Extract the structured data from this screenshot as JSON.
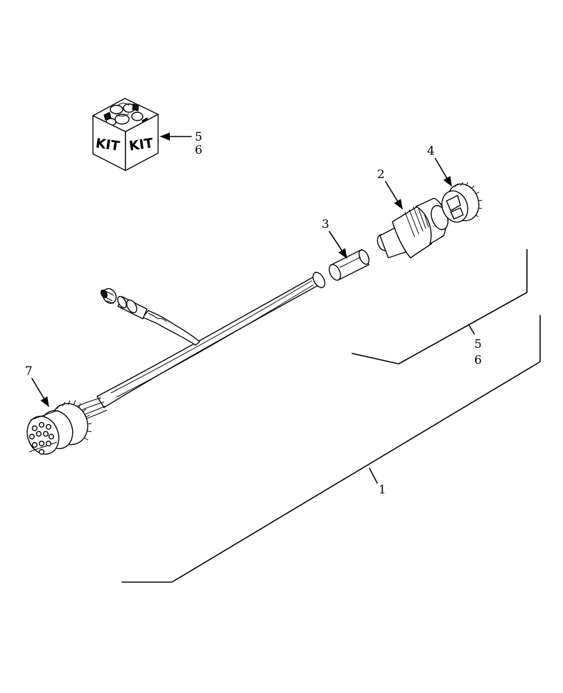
{
  "kit": {
    "face_left": "KIT",
    "face_right": "KIT",
    "ref_top": "5",
    "ref_bottom": "6"
  },
  "callouts": {
    "c1": "1",
    "c2": "2",
    "c3": "3",
    "c4": "4",
    "c5": "5",
    "c6": "6",
    "c7": "7"
  },
  "colors": {
    "line": "#000000",
    "background": "#ffffff"
  }
}
